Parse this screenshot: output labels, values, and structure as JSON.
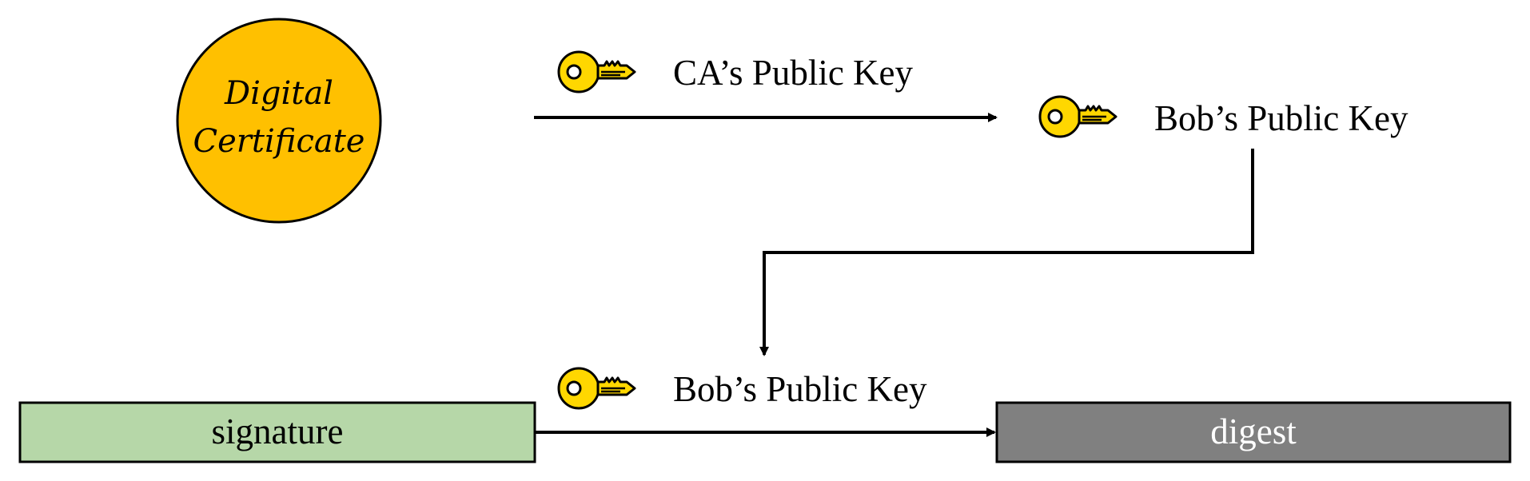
{
  "certificate": {
    "line1": "Digital",
    "line2": "Certificate",
    "fill": "#FFC000"
  },
  "keys": {
    "ca_public_key": "CA’s Public Key",
    "bob_public_key_top": "Bob’s Public Key",
    "bob_public_key_bottom": "Bob’s Public Key",
    "icon": "key-icon",
    "icon_color": "#FFD700"
  },
  "boxes": {
    "signature": {
      "label": "signature",
      "fill": "#B6D7A8"
    },
    "digest": {
      "label": "digest",
      "fill": "#808080",
      "text_color": "#FFFFFF"
    }
  }
}
